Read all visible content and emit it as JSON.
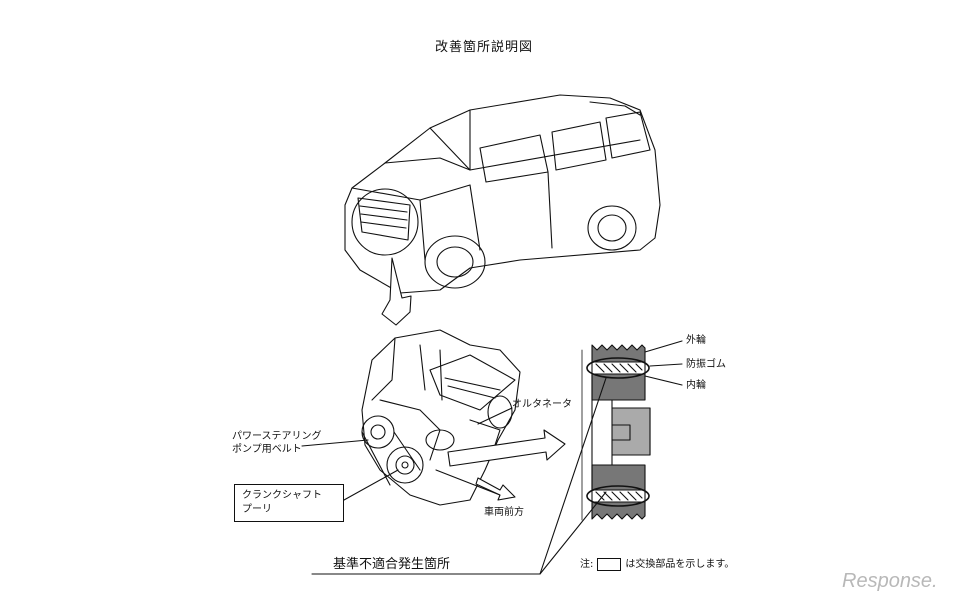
{
  "diagram": {
    "title": "改善箇所説明図",
    "labels": {
      "outer_ring": "外輪",
      "rubber_damper": "防振ゴム",
      "inner_ring": "内輪",
      "alternator": "オルタネータ",
      "ps_belt_line1": "パワーステアリング",
      "ps_belt_line2": "ポンプ用ベルト",
      "crank_line1": "クランクシャフト",
      "crank_line2": "プーリ",
      "vehicle_front": "車両前方",
      "defect_site": "基準不適合発生箇所"
    },
    "note": {
      "prefix": "注:",
      "suffix": "は交換部品を示します。"
    },
    "watermark": "Response."
  }
}
